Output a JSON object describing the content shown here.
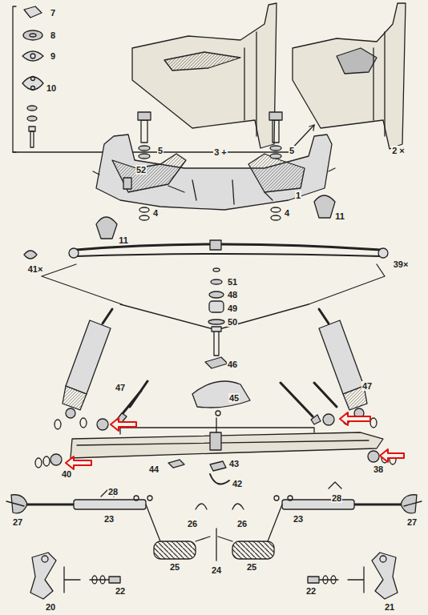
{
  "diagram": {
    "labels": [
      "7",
      "8",
      "9",
      "10",
      "3 +",
      "2 ×",
      "52",
      "5",
      "5",
      "4",
      "4",
      "1",
      "11",
      "11",
      "41×",
      "39×",
      "51",
      "48",
      "49",
      "50",
      "46",
      "45",
      "47",
      "47",
      "44",
      "43",
      "42",
      "38",
      "40",
      "28",
      "28",
      "27",
      "27",
      "26",
      "26",
      "23",
      "23",
      "25",
      "25",
      "24",
      "20",
      "22",
      "22",
      "21"
    ]
  }
}
